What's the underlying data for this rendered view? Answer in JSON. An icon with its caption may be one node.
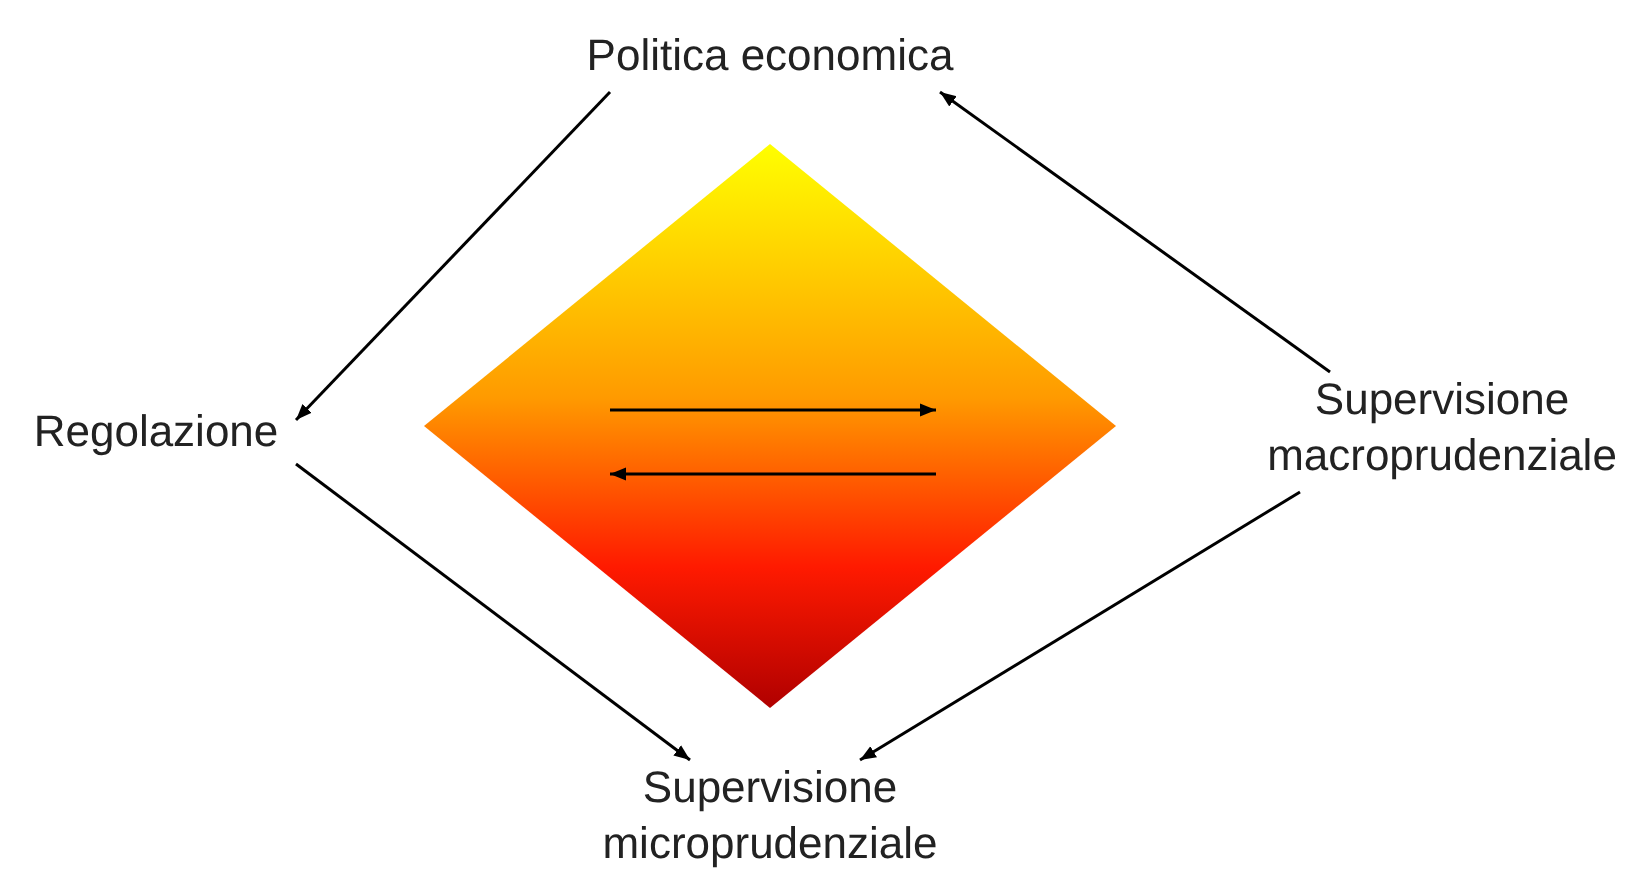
{
  "diagram": {
    "nodes": [
      {
        "text": [
          "Politica economica"
        ]
      },
      {
        "text": [
          "Regolazione"
        ]
      },
      {
        "text": [
          "Supervisione macroprudenziale"
        ]
      },
      {
        "text": [
          "Supervisione microprudenziale"
        ]
      },
      {
        "text": [],
        "shape": "diamond"
      }
    ],
    "edges": [
      {
        "from": 0,
        "to": 1,
        "arrow": "to"
      },
      {
        "from": 1,
        "to": 3,
        "arrow": "to"
      },
      {
        "from": 2,
        "to": 3,
        "arrow": "to"
      },
      {
        "from": 2,
        "to": 0,
        "arrow": "to"
      }
    ]
  }
}
